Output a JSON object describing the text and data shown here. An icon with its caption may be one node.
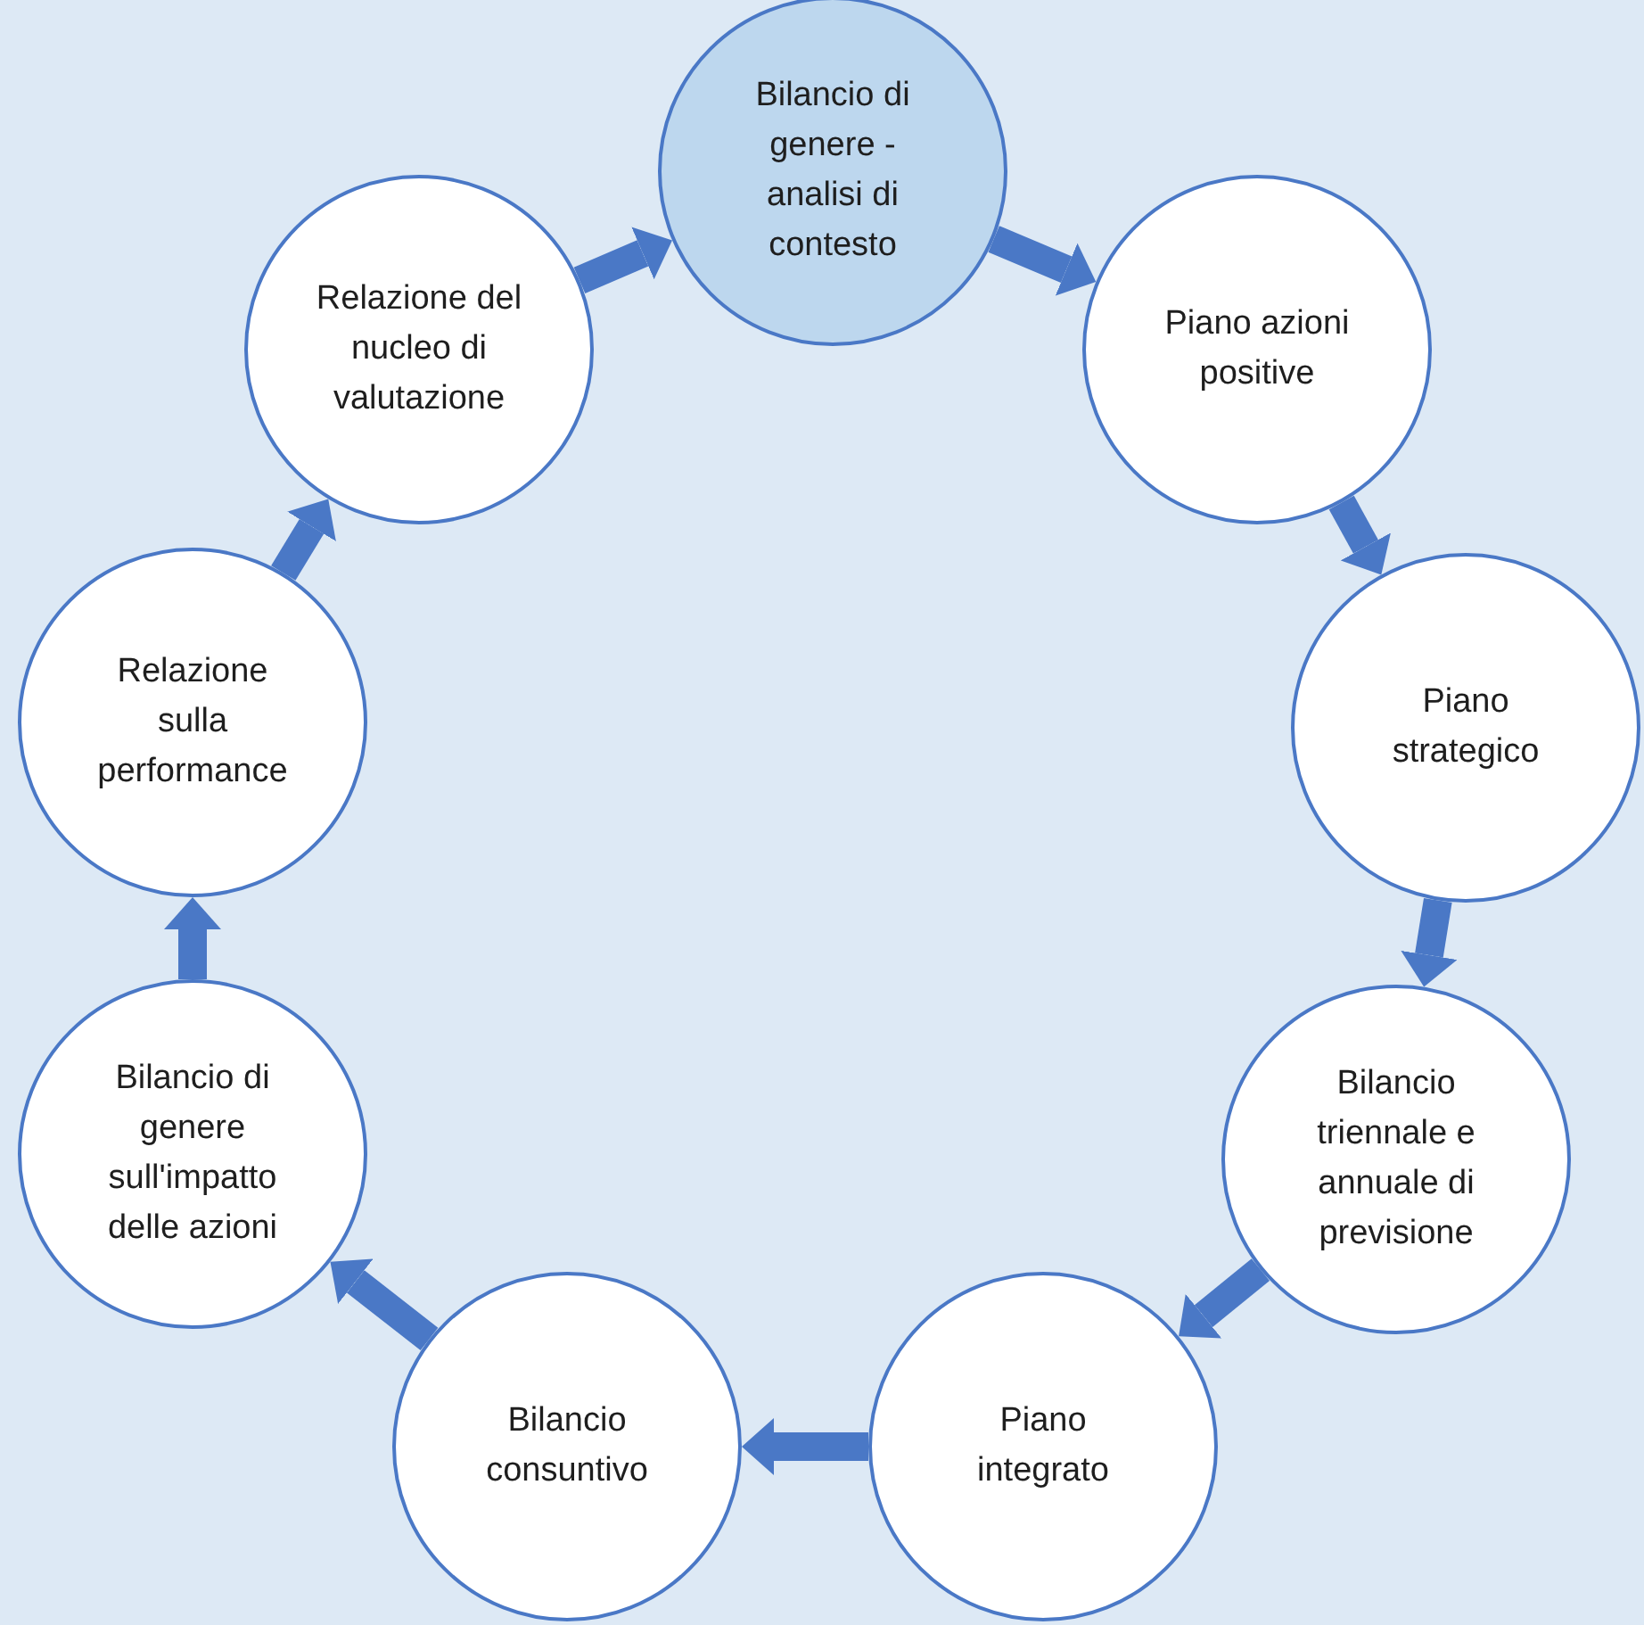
{
  "diagram": {
    "nodes": [
      {
        "text": [
          "Bilancio di genere - analisi di contesto"
        ]
      },
      {
        "text": [
          "Piano azioni positive"
        ]
      },
      {
        "text": [
          "Piano strategico"
        ]
      },
      {
        "text": [
          "Bilancio triennale e annuale di previsione"
        ]
      },
      {
        "text": [
          "Piano integrato"
        ]
      },
      {
        "text": [
          "Bilancio consuntivo"
        ]
      },
      {
        "text": [
          "Bilancio di genere sull'impatto delle azioni"
        ]
      },
      {
        "text": [
          "Relazione sulla performance"
        ]
      },
      {
        "text": [
          "Relazione del nucleo di valutazione"
        ]
      }
    ],
    "edges": [
      {
        "from": 0,
        "to": 1,
        "arrow": "to"
      },
      {
        "from": 1,
        "to": 2,
        "arrow": "to"
      },
      {
        "from": 2,
        "to": 3,
        "arrow": "to"
      },
      {
        "from": 3,
        "to": 4,
        "arrow": "to"
      },
      {
        "from": 4,
        "to": 5,
        "arrow": "to"
      },
      {
        "from": 5,
        "to": 6,
        "arrow": "to"
      },
      {
        "from": 6,
        "to": 7,
        "arrow": "to"
      },
      {
        "from": 7,
        "to": 8,
        "arrow": "to"
      },
      {
        "from": 8,
        "to": 0,
        "arrow": "to"
      }
    ]
  }
}
